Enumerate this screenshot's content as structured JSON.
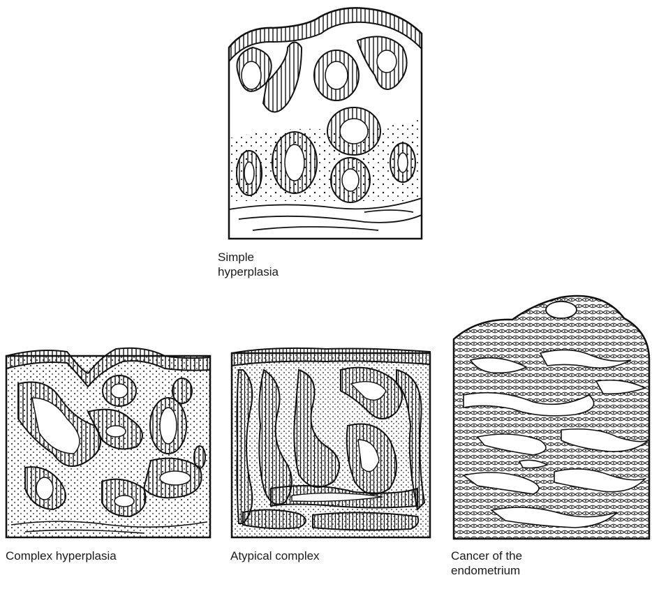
{
  "figure": {
    "panels": [
      {
        "id": "simple",
        "caption": "Simple\nhyperplasia"
      },
      {
        "id": "complex",
        "caption": "Complex hyperplasia"
      },
      {
        "id": "atypical",
        "caption": "Atypical complex"
      },
      {
        "id": "cancer",
        "caption": "Cancer of the\nendometrium"
      }
    ]
  }
}
